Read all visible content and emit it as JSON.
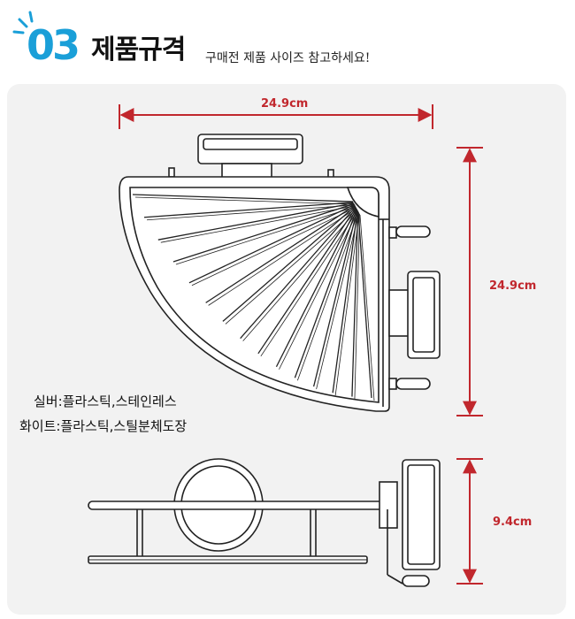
{
  "header": {
    "number": "03",
    "title": "제품규격",
    "subtitle": "구매전 제품 사이즈 참고하세요!",
    "accent_color": "#1a9fd8"
  },
  "dimensions": {
    "width": "24.9cm",
    "depth": "24.9cm",
    "height": "9.4cm",
    "color": "#c1272d"
  },
  "materials": {
    "silver": "실버:플라스틱,스테인레스",
    "white": "화이트:플라스틱,스틸분체도장"
  }
}
